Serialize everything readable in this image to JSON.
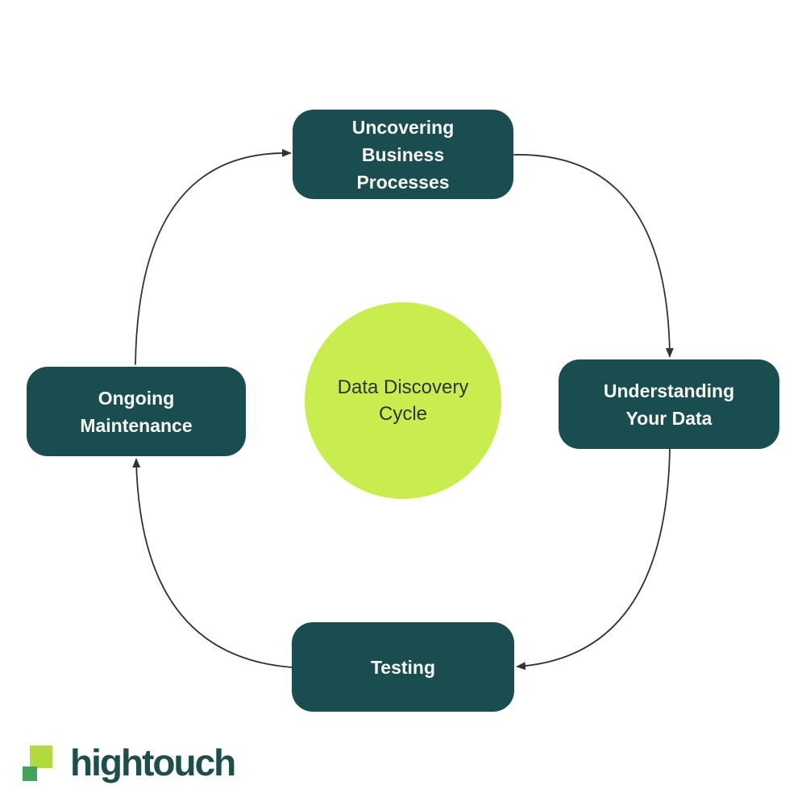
{
  "diagram": {
    "title": "Data Discovery Cycle",
    "center": {
      "label": "Data Discovery Cycle"
    },
    "nodes": [
      {
        "id": "uncovering-business-processes",
        "label": "Uncovering Business Processes",
        "position": "top"
      },
      {
        "id": "understanding-your-data",
        "label": "Understanding Your Data",
        "position": "right"
      },
      {
        "id": "testing",
        "label": "Testing",
        "position": "bottom"
      },
      {
        "id": "ongoing-maintenance",
        "label": "Ongoing Maintenance",
        "position": "left"
      }
    ],
    "arrows": [
      {
        "from": "ongoing-maintenance",
        "to": "uncovering-business-processes"
      },
      {
        "from": "uncovering-business-processes",
        "to": "understanding-your-data"
      },
      {
        "from": "understanding-your-data",
        "to": "testing"
      },
      {
        "from": "testing",
        "to": "ongoing-maintenance"
      }
    ],
    "flow_direction": "clockwise"
  },
  "logo": {
    "text": "hightouch"
  },
  "colors": {
    "background": "#ffffff",
    "node-bg": "#1a4d4f",
    "node-text": "#f7f7f2",
    "circle-bg": "#c9ed4e",
    "circle-text": "#2f3430",
    "arrow": "#333333",
    "logo-text": "#1d4e4c",
    "logo-lime": "#b2d93d",
    "logo-green": "#43a25b"
  }
}
